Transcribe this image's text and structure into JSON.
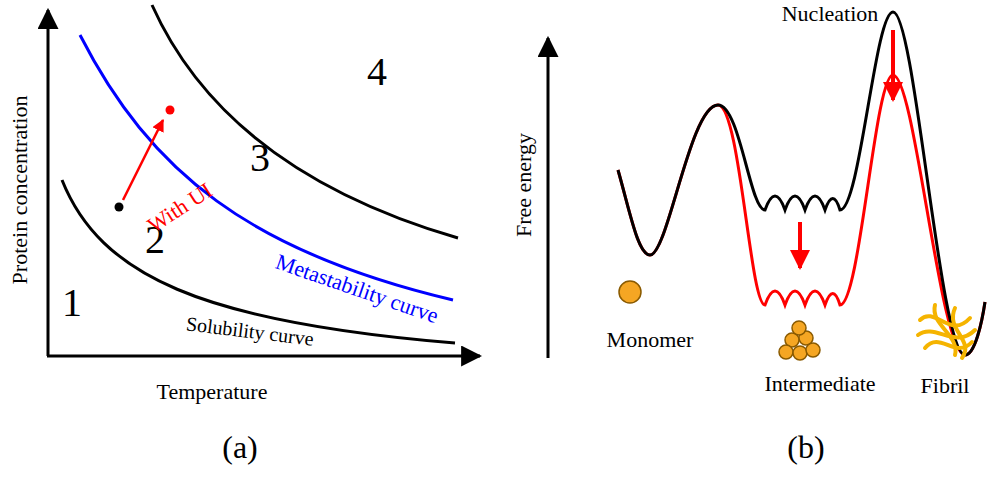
{
  "diagram": {
    "labels": [
      "Protein concentration",
      "Temperature",
      "1",
      "2",
      "3",
      "4",
      "With UI",
      "Metastability curve",
      "Solubility curve",
      "(a)",
      "Free energy",
      "Nucleation",
      "Monomer",
      "Intermediate",
      "Fibril",
      "(b)"
    ]
  }
}
